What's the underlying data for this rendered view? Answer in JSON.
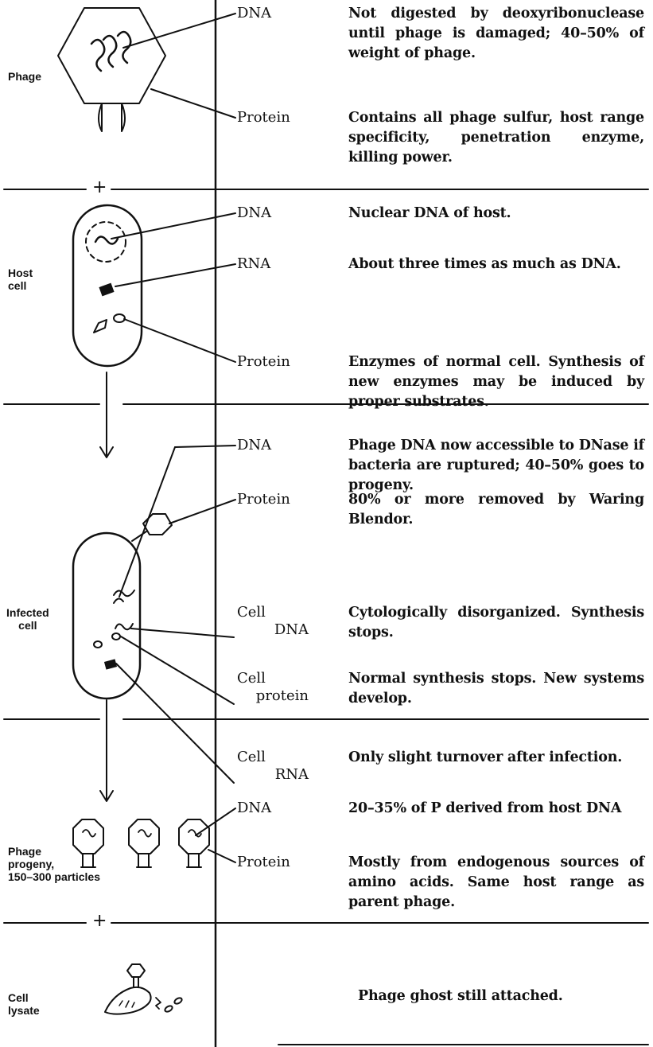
{
  "stages": {
    "phage": "Phage",
    "host_cell": [
      "Host",
      "cell"
    ],
    "infected_cell": [
      "Infected",
      "cell"
    ],
    "phage_progeny": [
      "Phage",
      "progeny,",
      "150–300 particles"
    ],
    "cell_lysate": [
      "Cell",
      "lysate"
    ]
  },
  "operators": {
    "plus": "+"
  },
  "rows": [
    {
      "label": "DNA",
      "description": "Not digested by deoxyribonuclease until phage is damaged; 40–50% of weight of phage."
    },
    {
      "label": "Protein",
      "description": "Contains all phage sulfur, host range specificity, penetration enzyme, killing power."
    },
    {
      "label": "DNA",
      "description": "Nuclear DNA of host."
    },
    {
      "label": "RNA",
      "description": "About three times as much as DNA."
    },
    {
      "label": "Protein",
      "description": "Enzymes of normal cell. Synthesis of new enzymes may be induced by proper substrates."
    },
    {
      "label": "DNA",
      "description": "Phage DNA now accessible to DNase if bacteria are ruptured; 40–50% goes to progeny."
    },
    {
      "label": "Protein",
      "description": "80% or more removed by Waring Blendor."
    },
    {
      "label": [
        "Cell",
        "DNA"
      ],
      "description": "Cytologically disorganized. Synthesis stops."
    },
    {
      "label": [
        "Cell",
        "protein"
      ],
      "description": "Normal synthesis stops. New systems develop."
    },
    {
      "label": [
        "Cell",
        "RNA"
      ],
      "description": "Only slight turnover after infection."
    },
    {
      "label": "DNA",
      "description": "20–35% of P derived from host DNA"
    },
    {
      "label": "Protein",
      "description": "Mostly from endogenous sources of amino acids. Same host range as parent phage."
    },
    {
      "label": "",
      "description": "Phage ghost still attached."
    }
  ]
}
